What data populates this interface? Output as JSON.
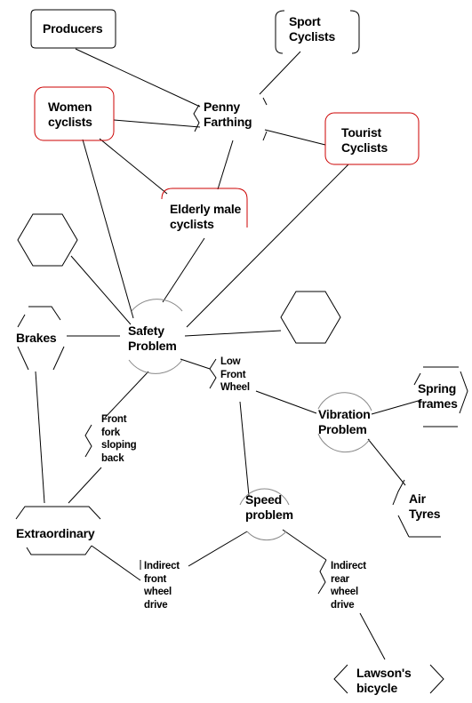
{
  "colors": {
    "line": "#000000",
    "red": "#cc0000",
    "gray": "#888888",
    "background": "#ffffff"
  },
  "nodes": {
    "producers": "Producers",
    "sport_cyclists": "Sport\nCyclists",
    "penny_farthing": "Penny\nFarthing",
    "women_cyclists": "Women\ncyclists",
    "tourist_cyclists": "Tourist\nCyclists",
    "elderly_male_cyclists": "Elderly male\ncyclists",
    "safety_problem": "Safety\nProblem",
    "brakes": "Brakes",
    "low_front_wheel": "Low\nFront\nWheel",
    "spring_frames": "Spring\nframes",
    "vibration_problem": "Vibration\nProblem",
    "front_fork_sloping_back": "Front\nfork\nsloping\nback",
    "air_tyres": "Air\nTyres",
    "speed_problem": "Speed\nproblem",
    "extraordinary": "Extraordinary",
    "indirect_front_wheel_drive": "Indirect\nfront\nwheel\ndrive",
    "indirect_rear_wheel_drive": "Indirect\nrear\nwheel\ndrive",
    "lawsons_bicycle": "Lawson's\nbicycle"
  }
}
